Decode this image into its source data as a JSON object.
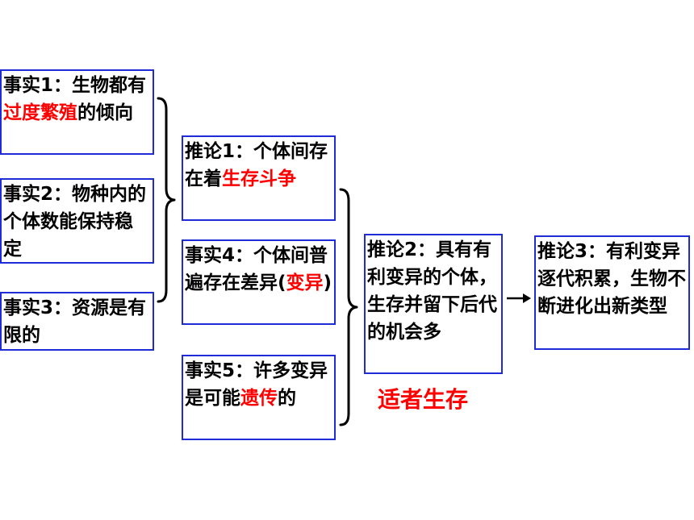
{
  "fact1": {
    "prefix": "事实1：生物都有",
    "highlight": "过度繁殖",
    "suffix": "的倾向"
  },
  "fact2": {
    "text": "事实2：物种内的个体数能保持稳定"
  },
  "fact3": {
    "text": "事实3：资源是有限的"
  },
  "inference1": {
    "prefix": "推论1：个体间存在着",
    "highlight": "生存斗争",
    "suffix": ""
  },
  "fact4": {
    "prefix": "事实4：个体间普遍存在差异(",
    "highlight": "变异",
    "suffix": ")"
  },
  "fact5": {
    "prefix": "事实5：许多变异是可能",
    "highlight": "遗传",
    "suffix": "的"
  },
  "inference2": {
    "text": "推论2：具有有利变异的个体，生存并留下后代的机会多"
  },
  "inference3": {
    "text": "推论3：有利变异逐代积累，生物不断进化出新类型"
  },
  "survival_label": "适者生存",
  "colors": {
    "box_border": "#1f2bd6",
    "highlight": "#ff0000",
    "text": "#000000"
  }
}
